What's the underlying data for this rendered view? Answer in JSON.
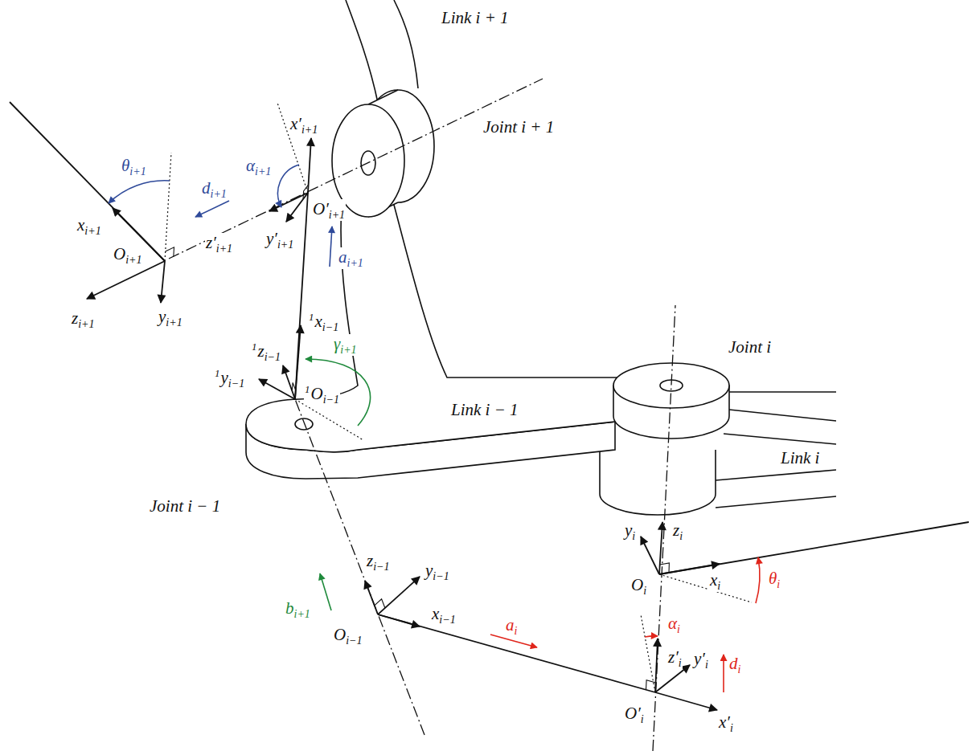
{
  "diagram": {
    "labels": [
      "Link i + 1",
      "x′i+1",
      "Joint i + 1",
      "αi+1",
      "θi+1",
      "di+1",
      "xi+1",
      "Oi+1",
      "O′i+1",
      "z′i+1",
      "y′i+1",
      "zi+1",
      "yi+1",
      "ai+1",
      "1zi−1",
      "1xi−1",
      "γi+1",
      "1Oi−1",
      "1yi−1",
      "Joint i",
      "Link i − 1",
      "Link i",
      "Joint i − 1",
      "yi",
      "zi",
      "Oi",
      "xi",
      "θi",
      "bi+1",
      "zi−1",
      "yi−1",
      "xi−1",
      "Oi−1",
      "ai",
      "αi",
      "z′i",
      "y′i",
      "di",
      "O′i",
      "x′i"
    ]
  }
}
